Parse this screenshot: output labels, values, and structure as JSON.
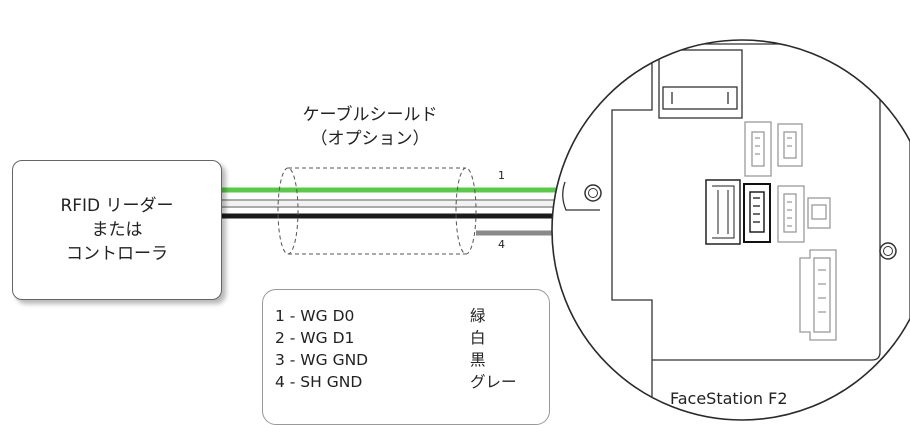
{
  "device": {
    "lines": [
      "RFID リーダー",
      "または",
      "コントローラ"
    ]
  },
  "shield": {
    "line1": "ケーブルシールド",
    "line2": "（オプション）"
  },
  "wires": [
    {
      "pin": "1",
      "color": "#5cc84a"
    },
    {
      "pin": "",
      "color": "#e5e5e5"
    },
    {
      "pin": "",
      "color": "#1b1b1b"
    },
    {
      "pin": "4",
      "color": "#8a8a8a"
    }
  ],
  "legend": [
    {
      "signal": "1 - WG D0",
      "color_name": "緑"
    },
    {
      "signal": "2 - WG D1",
      "color_name": "白"
    },
    {
      "signal": "3 - WG GND",
      "color_name": "黒"
    },
    {
      "signal": "4 - SH GND",
      "color_name": "グレー"
    }
  ],
  "product": {
    "name": "FaceStation F2"
  }
}
